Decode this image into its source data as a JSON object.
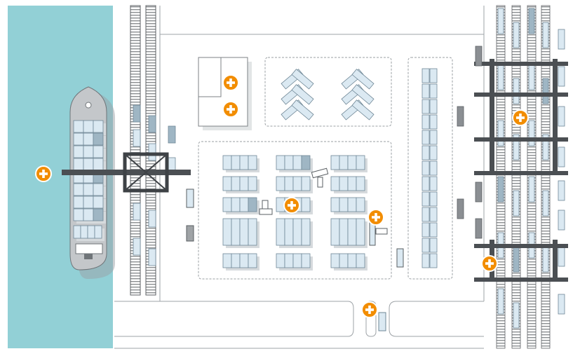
{
  "scene": {
    "colors": {
      "water": "#92d0d6",
      "ground": "#ffffff",
      "container": "#dbe9f2",
      "container_stroke": "#6f8796",
      "container_dark": "#9fb6c4",
      "crane": "#4b4f53",
      "rail": "#7a7d80",
      "ship_hull": "#c4c7ca",
      "marker": "#f28d00",
      "zone_border": "#9a9fa3"
    },
    "areas": [
      {
        "name": "sea",
        "icon": "water-area"
      },
      {
        "name": "container-ship",
        "icon": "ship"
      },
      {
        "name": "quay-crane",
        "icon": "crane"
      },
      {
        "name": "office-building",
        "icon": "building"
      },
      {
        "name": "empty-container-depot",
        "icon": "herringbone-stacks"
      },
      {
        "name": "container-yard",
        "icon": "container-stacks"
      },
      {
        "name": "reefer-stack",
        "icon": "container-column"
      },
      {
        "name": "rail-terminal",
        "icon": "rail-gantry-cranes"
      },
      {
        "name": "gate",
        "icon": "truck-gate"
      }
    ],
    "hotspots": [
      {
        "name": "ship",
        "icon": "plus-icon"
      },
      {
        "name": "office-1",
        "icon": "plus-icon"
      },
      {
        "name": "office-2",
        "icon": "plus-icon"
      },
      {
        "name": "yard",
        "icon": "plus-icon"
      },
      {
        "name": "yard-crane",
        "icon": "plus-icon"
      },
      {
        "name": "rail-top",
        "icon": "plus-icon"
      },
      {
        "name": "rail-bottom",
        "icon": "plus-icon"
      },
      {
        "name": "gate",
        "icon": "plus-icon"
      }
    ]
  }
}
